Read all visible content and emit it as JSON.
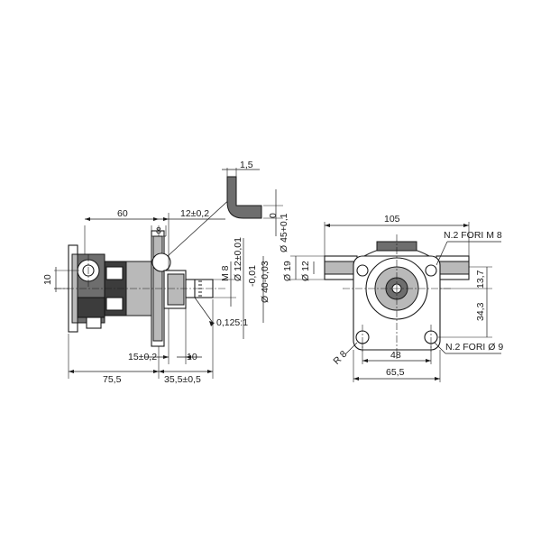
{
  "drawing": {
    "side_view": {
      "dim_60": "60",
      "dim_12_tol": "12±0,2",
      "dim_8": "8",
      "dim_10": "10",
      "dim_m8": "M 8",
      "dim_d12": "Ø 12±0,01",
      "dim_d40": "Ø 40-0,03",
      "dim_d40_tol": "-0,01",
      "dim_d45": "Ø 45+0,1",
      "dim_d45_tol": "0",
      "dim_taper": "0,125:1",
      "dim_15": "15±0,2",
      "dim_10_bottom": "10",
      "dim_75": "75,5",
      "dim_35": "35,5±0,5"
    },
    "detail": {
      "dim_1_5": "1,5"
    },
    "front_view": {
      "dim_105": "105",
      "note_m8": "N.2 FORI M 8",
      "dim_d19": "Ø 19",
      "dim_d12": "Ø 12",
      "dim_13_7": "13,7",
      "dim_34_3": "34,3",
      "dim_r8": "R 8",
      "dim_48": "48",
      "dim_65_5": "65,5",
      "note_d9": "N.2 FORI Ø 9"
    }
  }
}
